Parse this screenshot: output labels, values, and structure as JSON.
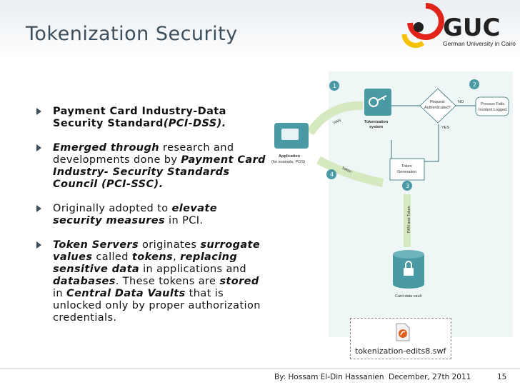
{
  "slide": {
    "title": "Tokenization Security",
    "logo": {
      "brand": "GUC",
      "subtitle": "German University in Cairo"
    },
    "bullets": [
      {
        "segments": [
          {
            "text": "Payment Card Industry-Data Security Standard",
            "style": "b"
          },
          {
            "text": "(PCI-DSS).",
            "style": "bi"
          }
        ]
      },
      {
        "segments": [
          {
            "text": "Emerged through",
            "style": "bi"
          },
          {
            "text": " research and developments done by ",
            "style": ""
          },
          {
            "text": "Payment Card Industry- Security Standards Council (PCI-SSC).",
            "style": "bi"
          }
        ]
      },
      {
        "segments": [
          {
            "text": "Originally adopted to ",
            "style": ""
          },
          {
            "text": "elevate security measures",
            "style": "bi"
          },
          {
            "text": " in PCI.",
            "style": ""
          }
        ]
      },
      {
        "segments": [
          {
            "text": "Token Servers",
            "style": "bi"
          },
          {
            "text": " originates ",
            "style": ""
          },
          {
            "text": "surrogate values",
            "style": "bi"
          },
          {
            "text": " called ",
            "style": ""
          },
          {
            "text": "tokens",
            "style": "bi"
          },
          {
            "text": ", ",
            "style": ""
          },
          {
            "text": "replacing sensitive data",
            "style": "bi"
          },
          {
            "text": " in applications and ",
            "style": ""
          },
          {
            "text": "databases",
            "style": "bi"
          },
          {
            "text": ". These tokens are ",
            "style": ""
          },
          {
            "text": "stored",
            "style": "bi"
          },
          {
            "text": " in ",
            "style": ""
          },
          {
            "text": "Central Data Vaults",
            "style": "bi"
          },
          {
            "text": " that is unlocked only by proper authorization credentials.",
            "style": ""
          }
        ]
      }
    ],
    "diagram": {
      "step1": "1",
      "step2": "2",
      "step3": "3",
      "step4": "4",
      "pan": "PAN",
      "token": "Token",
      "pan_and_token": "PAN and Token",
      "tokenization_system_1": "Tokenization",
      "tokenization_system_2": "system",
      "request_auth_1": "Request",
      "request_auth_2": "Authenticated?",
      "no": "NO",
      "yes": "YES",
      "process_fails_1": "Process Fails.",
      "process_fails_2": "Incident Logged.",
      "token_generation_1": "Token",
      "token_generation_2": "Generation",
      "application_1": "Application",
      "application_2": "(for example, POS)",
      "card_data_vault": "Card data vault"
    },
    "embedded_file": {
      "name": "tokenization-edits8.swf",
      "icon": "flash-file-icon"
    },
    "footer": {
      "author": "By: Hossam El-Din Hassanien",
      "date": "December, 27th 2011",
      "page": "15"
    },
    "colors": {
      "accent": "#3d4e5c",
      "diagram_teal": "#4a9aa5",
      "diagram_bg": "#e8f4f4",
      "arrow_green": "#cfe6b8"
    }
  }
}
